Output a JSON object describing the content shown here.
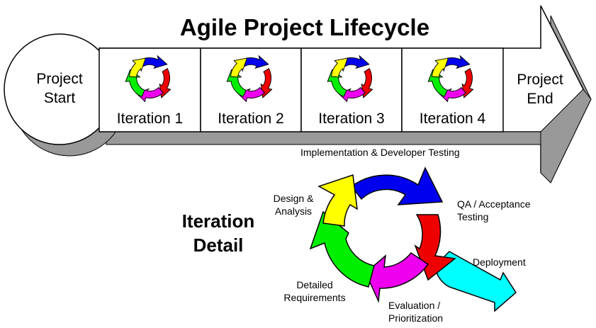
{
  "title": "Agile Project Lifecycle",
  "start": {
    "line1": "Project",
    "line2": "Start"
  },
  "end": {
    "line1": "Project",
    "line2": "End"
  },
  "iterations": [
    {
      "label": "Iteration 1"
    },
    {
      "label": "Iteration 2"
    },
    {
      "label": "Iteration 3"
    },
    {
      "label": "Iteration 4"
    }
  ],
  "detail": {
    "heading_line1": "Iteration",
    "heading_line2": "Detail",
    "phases": [
      {
        "label": "Implementation & Developer Testing",
        "color": "#0000ee"
      },
      {
        "label_line1": "QA / Acceptance",
        "label_line2": "Testing",
        "color": "#ee0000"
      },
      {
        "label_line1": "Evaluation /",
        "label_line2": "Prioritization",
        "color": "#ee00ee"
      },
      {
        "label_line1": "Detailed",
        "label_line2": "Requirements",
        "color": "#00ee00"
      },
      {
        "label_line1": "Design &",
        "label_line2": "Analysis",
        "color": "#ffff00"
      }
    ],
    "output": {
      "label": "Deployment",
      "color": "#00ffff"
    }
  },
  "colors": {
    "shadow": "#999999",
    "outline": "#000000",
    "fill": "#ffffff"
  }
}
